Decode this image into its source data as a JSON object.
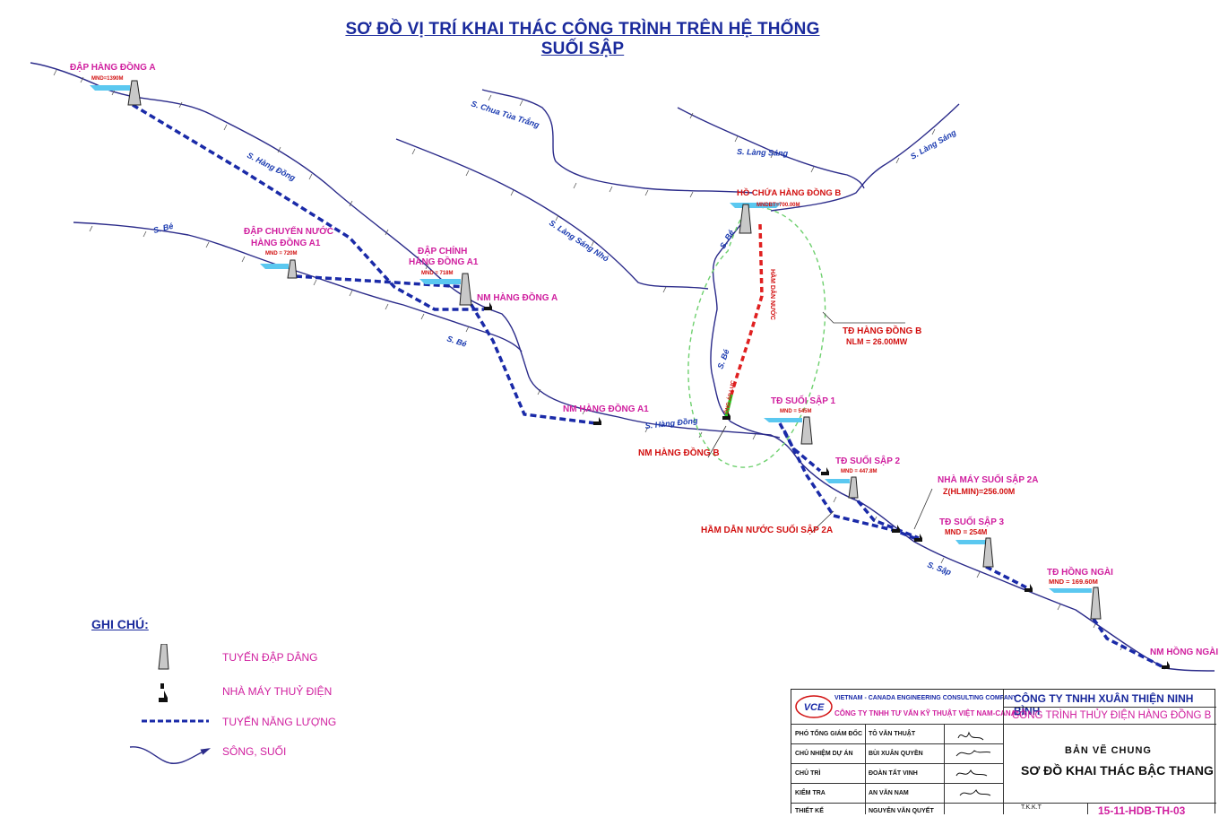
{
  "title": "SƠ ĐỒ VỊ TRÍ KHAI THÁC CÔNG TRÌNH TRÊN HỆ THỐNG SUỐI SẬP",
  "colors": {
    "river": "#2b2b8a",
    "energy_line": "#1a2aa8",
    "tunnel_red": "#e02020",
    "tunnel_green": "#22cc22",
    "boundary_green": "#6ed06e",
    "label_magenta": "#d0209f",
    "label_red": "#d21010",
    "label_blue": "#1a3ab0",
    "water": "#5bc8f0"
  },
  "rivers": {
    "hang_dong_1": "S. Hàng Đồng",
    "hang_dong_2": "S. Hàng Đồng",
    "be_1": "S. Bé",
    "be_2": "S. Bé",
    "be_3": "S. Bé",
    "be_4": "S. Bé",
    "chua_tua_trang": "S. Chua Tủa Trắng",
    "lang_song_1": "S. Làng Sáng",
    "lang_song_2": "S. Làng Sáng",
    "lang_song_nho": "S. Làng Sáng Nhỏ",
    "sap": "S. Sập"
  },
  "labels": {
    "dap_hang_dong_a": "ĐẬP HÀNG ĐỒNG A",
    "dap_hang_dong_a_mnd": "MND=1390M",
    "dap_chuyen_nuoc_l1": "ĐẬP CHUYỂN NƯỚC",
    "dap_chuyen_nuoc_l2": "HÀNG ĐỒNG A1",
    "dap_chuyen_nuoc_mnd": "MND = 720M",
    "dap_chinh_l1": "ĐẬP CHÍNH",
    "dap_chinh_l2": "HÀNG ĐỒNG A1",
    "dap_chinh_mnd": "MND = 718M",
    "nm_hang_dong_a": "NM HÀNG ĐỒNG A",
    "nm_hang_dong_a1": "NM HÀNG ĐỒNG A1",
    "ho_chua_hang_dong_b": "HỒ CHỨA HÀNG ĐỒNG B",
    "ho_chua_mnd": "MNDBT=700.00M",
    "ham_dan_nuoc": "HẦM DẪN NƯỚC",
    "ong_ap_luc": "ỐNG ÁP LỰC",
    "td_hang_dong_b": "TĐ HÀNG ĐỒNG B",
    "td_hang_dong_b_nlm": "NLM = 26.00MW",
    "nm_hang_dong_b": "NM HÀNG ĐỒNG B",
    "td_suoi_sap_1": "TĐ SUỐI SẬP 1",
    "td_suoi_sap_1_mnd": "MND = 545M",
    "td_suoi_sap_2": "TĐ SUỐI SẬP 2",
    "td_suoi_sap_2_mnd": "MND = 447.8M",
    "nha_may_suoi_sap_2a": "NHÀ MÁY SUỐI SẬP 2A",
    "nha_may_suoi_sap_2a_z": "Z(HLMIN)=256.00M",
    "ham_dan_nuoc_suoi_sap_2a": "HẦM DẪN NƯỚC SUỐI SẬP 2A",
    "td_suoi_sap_3": "TĐ SUỐI SẬP 3",
    "td_suoi_sap_3_mnd": "MND = 254M",
    "td_hong_ngai": "TĐ HỒNG NGÀI",
    "td_hong_ngai_mnd": "MND = 169.60M",
    "nm_hong_ngai": "NM HỒNG NGÀI"
  },
  "legend": {
    "title": "GHI CHÚ:",
    "items": [
      {
        "label": "TUYẾN ĐẬP DÂNG",
        "icon": "dam-icon"
      },
      {
        "label": "NHÀ MÁY THUỶ ĐIỆN",
        "icon": "powerplant-icon"
      },
      {
        "label": "TUYẾN NĂNG LƯỢNG",
        "icon": "energy-line-icon"
      },
      {
        "label": "SÔNG, SUỐI",
        "icon": "river-icon"
      }
    ]
  },
  "titleblock": {
    "consultant_en": "VIETNAM - CANADA ENGINEERING CONSULTING COMPANY",
    "consultant_vn": "CÔNG TY TNHH TƯ VẤN KỸ THUẬT VIỆT NAM-CANADA",
    "logo_text": "VCE",
    "company": "CÔNG TY TNHH XUÂN THIỆN NINH BÌNH",
    "project": "CÔNG TRÌNH THỦY ĐIỆN HÀNG ĐỒNG B",
    "roles": [
      {
        "role": "PHÓ TỔNG GIÁM ĐỐC",
        "name": "TÔ VĂN THUẬT"
      },
      {
        "role": "CHỦ NHIỆM DỰ ÁN",
        "name": "BÙI XUÂN QUYỀN"
      },
      {
        "role": "CHỦ TRÌ",
        "name": "ĐOÀN TẤT VINH"
      },
      {
        "role": "KIỂM TRA",
        "name": "AN VĂN NAM"
      },
      {
        "role": "THIẾT KẾ",
        "name": "NGUYỄN VĂN QUYẾT"
      }
    ],
    "drawing_type": "BẢN VẼ CHUNG",
    "drawing_title": "SƠ ĐỒ KHAI THÁC BẬC THANG",
    "stage": "T.K.K.T",
    "code": "15-11-HDB-TH-03"
  }
}
